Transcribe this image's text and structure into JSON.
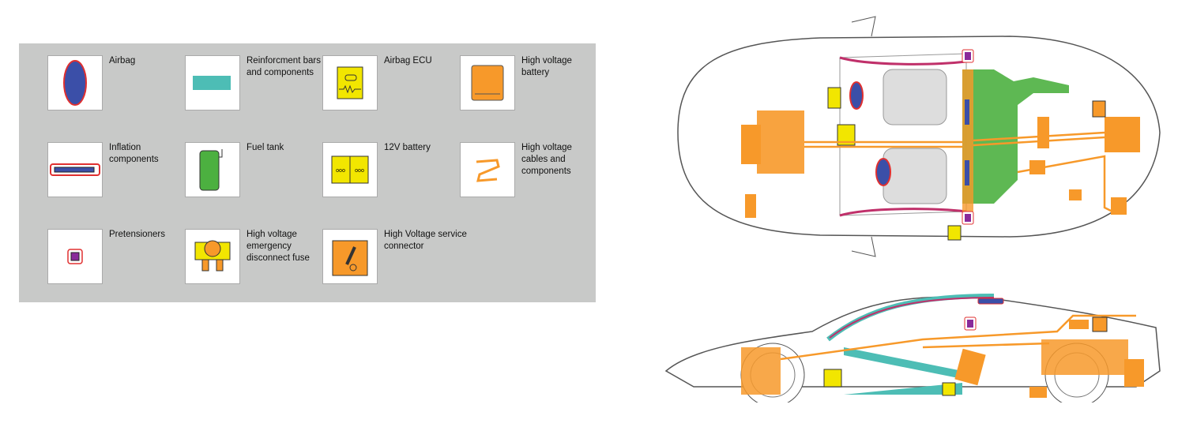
{
  "legend": {
    "items": [
      {
        "label": "Airbag"
      },
      {
        "label": "Reinforcment bars and components"
      },
      {
        "label": "Airbag ECU"
      },
      {
        "label": "High voltage battery"
      },
      {
        "label": "Inflation components"
      },
      {
        "label": "Fuel tank"
      },
      {
        "label": "12V battery"
      },
      {
        "label": "High voltage cables and components"
      },
      {
        "label": "Pretensioners"
      },
      {
        "label": "High voltage emergency disconnect fuse"
      },
      {
        "label": "High Voltage service connector"
      }
    ]
  },
  "colors": {
    "airbag": "#3b4fa8",
    "airbag_outline": "#e03030",
    "reinforcement": "#4dbdb5",
    "ecu": "#f2e600",
    "hv": "#f7992a",
    "fuel": "#4cb040",
    "pretensioner": "#8a2a9a",
    "panel": "#c8c9c8"
  }
}
